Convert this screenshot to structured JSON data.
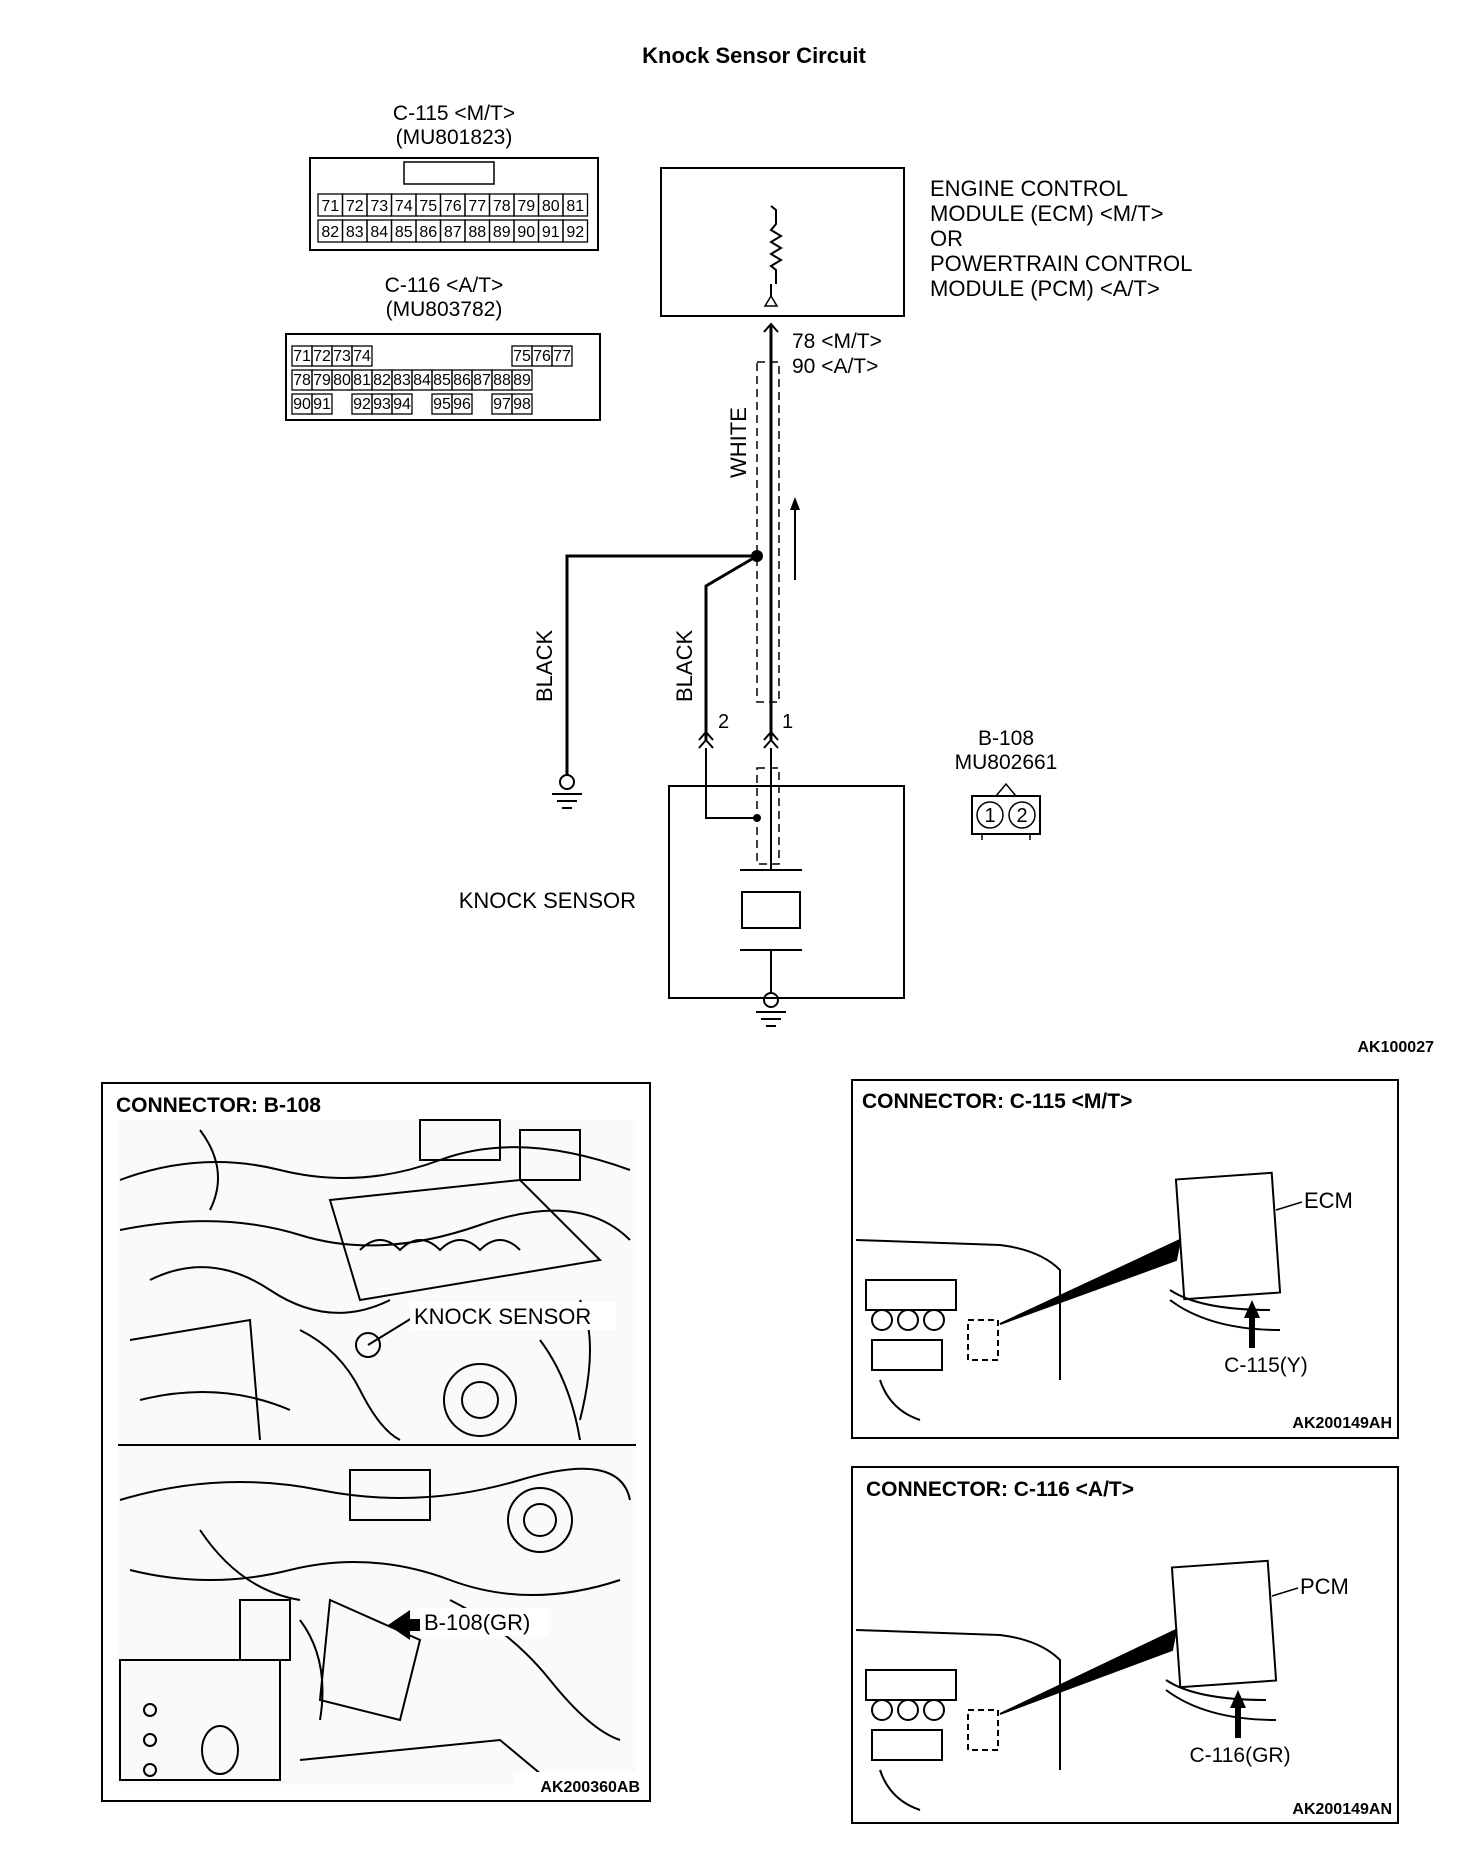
{
  "title": "Knock Sensor Circuit",
  "c115": {
    "label": "C-115 <M/T>",
    "part": "(MU801823)",
    "row1": [
      "71",
      "72",
      "73",
      "74",
      "75",
      "76",
      "77",
      "78",
      "79",
      "80",
      "81"
    ],
    "row2": [
      "82",
      "83",
      "84",
      "85",
      "86",
      "87",
      "88",
      "89",
      "90",
      "91",
      "92"
    ]
  },
  "c116": {
    "label": "C-116 <A/T>",
    "part": "(MU803782)",
    "row1": [
      "71",
      "72",
      "73",
      "74",
      "75",
      "76",
      "77"
    ],
    "row2": [
      "78",
      "79",
      "80",
      "81",
      "82",
      "83",
      "84",
      "85",
      "86",
      "87",
      "88",
      "89"
    ],
    "row3": [
      "90",
      "91",
      "92",
      "93",
      "94",
      "95",
      "96",
      "97",
      "98"
    ]
  },
  "ecm": {
    "line1": "ENGINE CONTROL",
    "line2": "MODULE (ECM) <M/T>",
    "line3": "OR",
    "line4": "POWERTRAIN CONTROL",
    "line5": "MODULE (PCM) <A/T>",
    "pin_mt": "78 <M/T>",
    "pin_at": "90 <A/T>"
  },
  "wires": {
    "white": "WHITE",
    "black_left": "BLACK",
    "black_right": "BLACK",
    "pin2": "2",
    "pin1": "1"
  },
  "b108": {
    "label": "B-108",
    "part": "MU802661",
    "pin1": "1",
    "pin2": "2"
  },
  "knock_sensor_label": "KNOCK SENSOR",
  "figure_code_top": "AK100027",
  "panel_b108": {
    "title": "CONNECTOR: B-108",
    "knock_label": "KNOCK SENSOR",
    "connector_label": "B-108(GR)",
    "code": "AK200360AB"
  },
  "panel_c115": {
    "title": "CONNECTOR: C-115 <M/T>",
    "module": "ECM",
    "connector_label": "C-115(Y)",
    "code": "AK200149AH"
  },
  "panel_c116": {
    "title": "CONNECTOR: C-116 <A/T>",
    "module": "PCM",
    "connector_label": "C-116(GR)",
    "code": "AK200149AN"
  }
}
